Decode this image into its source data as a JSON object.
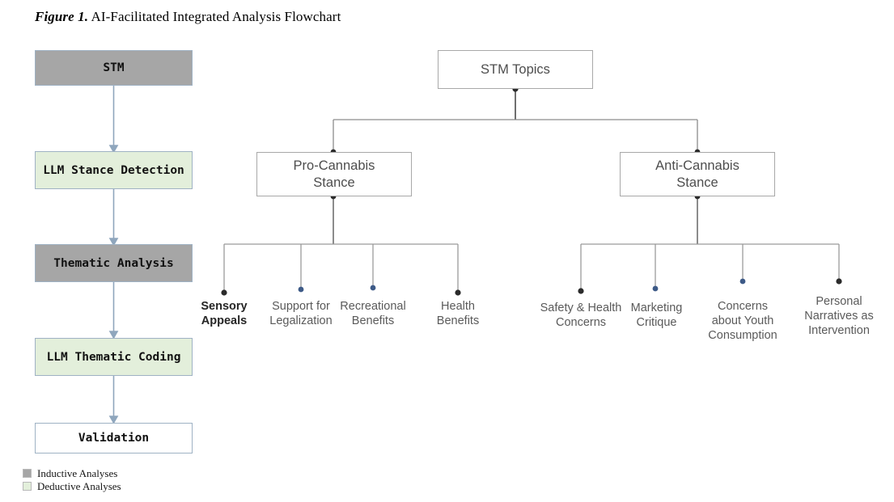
{
  "figure": {
    "caption_label": "Figure 1.",
    "caption_text": " AI-Facilitated Integrated Analysis Flowchart"
  },
  "colors": {
    "inductive_fill": "#a6a6a6",
    "deductive_fill": "#e3efdb",
    "validation_fill": "#ffffff",
    "pipeline_border": "#9fb2c4",
    "arrow": "#8fa6bd",
    "tree_border": "#a8a8a8",
    "tree_wire": "#8c8c8c",
    "node_dot_dark": "#2b2b2b",
    "node_dot_blue": "#3d5a87",
    "leaf_text": "#5a5a5a",
    "leaf_text_bold": "#262626",
    "box_text": "#4d4d4d"
  },
  "pipeline": {
    "name": "Inductive / Deductive analysis pipeline",
    "steps": [
      {
        "id": "stm",
        "label": "STM",
        "type": "inductive"
      },
      {
        "id": "llm-stance",
        "label": "LLM Stance\nDetection",
        "type": "deductive"
      },
      {
        "id": "thematic-analysis",
        "label": "Thematic\nAnalysis",
        "type": "inductive"
      },
      {
        "id": "llm-coding",
        "label": "LLM Thematic\nCoding",
        "type": "deductive"
      },
      {
        "id": "validation",
        "label": "Validation",
        "type": "neutral"
      }
    ]
  },
  "tree": {
    "root": {
      "id": "stm-topics",
      "label": "STM Topics"
    },
    "stances": [
      {
        "id": "pro-cannabis",
        "label": "Pro-Cannabis\nStance"
      },
      {
        "id": "anti-cannabis",
        "label": "Anti-Cannabis\nStance"
      }
    ],
    "pro_leaves": [
      {
        "id": "sensory-appeals",
        "label": "Sensory\nAppeals",
        "emphasis": "bold",
        "dot": "dark"
      },
      {
        "id": "support-legalization",
        "label": "Support for\nLegalization",
        "emphasis": "normal",
        "dot": "blue"
      },
      {
        "id": "recreational-benefits",
        "label": "Recreational\nBenefits",
        "emphasis": "normal",
        "dot": "blue"
      },
      {
        "id": "health-benefits",
        "label": "Health\nBenefits",
        "emphasis": "normal",
        "dot": "dark"
      }
    ],
    "anti_leaves": [
      {
        "id": "safety-health-concerns",
        "label": "Safety & Health\nConcerns",
        "emphasis": "normal",
        "dot": "dark"
      },
      {
        "id": "marketing-critique",
        "label": "Marketing\nCritique",
        "emphasis": "normal",
        "dot": "blue"
      },
      {
        "id": "youth-consumption",
        "label": "Concerns\nabout Youth\nConsumption",
        "emphasis": "normal",
        "dot": "blue"
      },
      {
        "id": "personal-narratives",
        "label": "Personal\nNarratives as\nIntervention",
        "emphasis": "normal",
        "dot": "dark"
      }
    ]
  },
  "legend": {
    "items": [
      {
        "id": "inductive",
        "label": "Inductive Analyses",
        "swatch": "#a6a6a6"
      },
      {
        "id": "deductive",
        "label": "Deductive Analyses",
        "swatch": "#e3efdb"
      }
    ]
  }
}
